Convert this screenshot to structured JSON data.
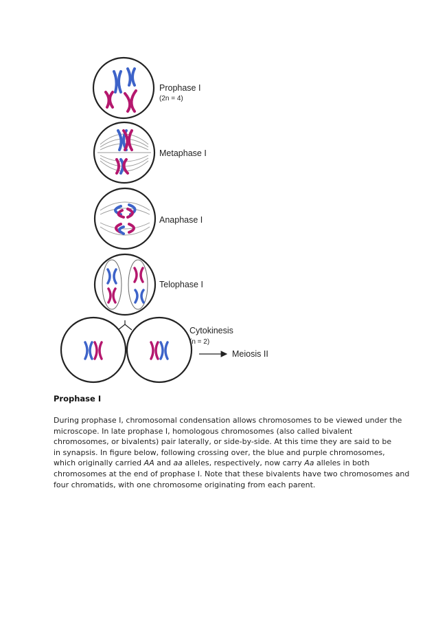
{
  "figure": {
    "stages": {
      "prophase": "Prophase I",
      "prophase_ploidy": "(2n = 4)",
      "metaphase": "Metaphase I",
      "anaphase": "Anaphase I",
      "telophase": "Telophase I",
      "cytokinesis": "Cytokinesis",
      "cytokinesis_ploidy": "(n = 2)",
      "meiosis2": "Meiosis II"
    },
    "colors": {
      "blue_chromosome": "#3d63c9",
      "purple_chromosome": "#b5186e",
      "cell_outline": "#222222",
      "spindle": "#9a9a9a"
    }
  },
  "section": {
    "heading": "Prophase I",
    "lines": [
      [
        "During prophase I, chromosomal condensation allows chromosomes to be viewed under the"
      ],
      [
        "microscope. In late prophase I, homologous chromosomes (also called bivalent"
      ],
      [
        "chromosomes, or bivalents) pair laterally, or side-by-side. At this time they are said to be"
      ],
      [
        "in synapsis. In figure below, following crossing over, the blue and purple chromosomes,"
      ],
      [
        "which originally carried ",
        {
          "i": "AA"
        },
        " and ",
        {
          "i": "aa"
        },
        " alleles, respectively, now carry ",
        {
          "i": "Aa"
        },
        " alleles in both"
      ],
      [
        "chromosomes at the end of prophase I. Note that these bivalents have two chromosomes and"
      ],
      [
        "four chromatids, with one chromosome originating from each parent."
      ]
    ]
  }
}
